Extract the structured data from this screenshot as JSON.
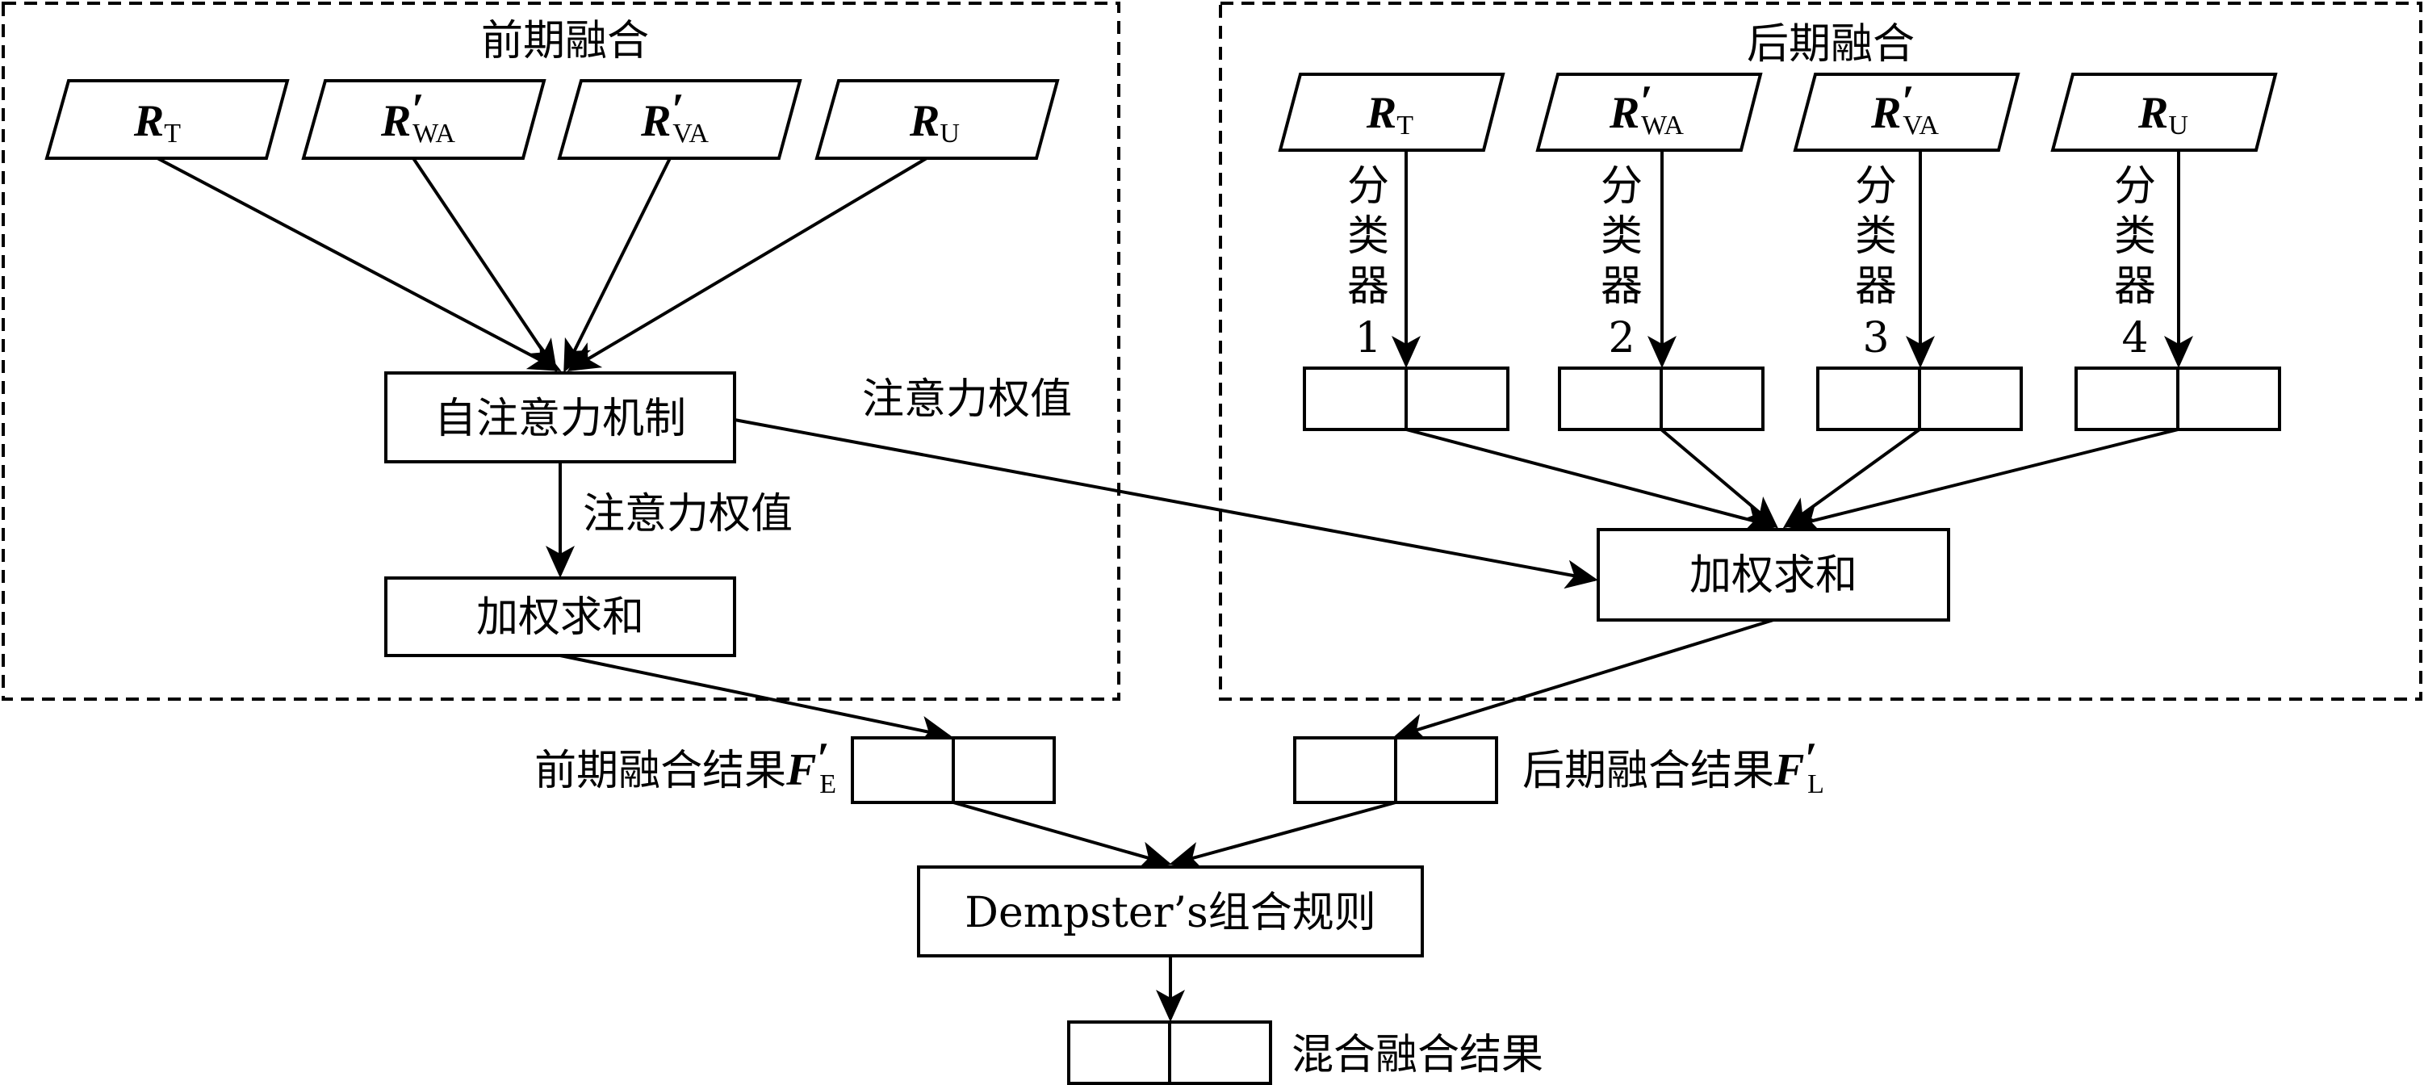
{
  "early": {
    "title": "前期融合",
    "inputs": [
      {
        "main": "R",
        "sub": "T",
        "prime": ""
      },
      {
        "main": "R",
        "sub": "WA",
        "prime": "′"
      },
      {
        "main": "R",
        "sub": "VA",
        "prime": "′"
      },
      {
        "main": "R",
        "sub": "U",
        "prime": ""
      }
    ],
    "attention_box": "自注意力机制",
    "weights_label": "注意力权值",
    "sum_box": "加权求和"
  },
  "late": {
    "title": "后期融合",
    "inputs": [
      {
        "main": "R",
        "sub": "T",
        "prime": ""
      },
      {
        "main": "R",
        "sub": "WA",
        "prime": "′"
      },
      {
        "main": "R",
        "sub": "VA",
        "prime": "′"
      },
      {
        "main": "R",
        "sub": "U",
        "prime": ""
      }
    ],
    "classifier_chars": [
      "分",
      "类",
      "器"
    ],
    "classifier_numbers": [
      "1",
      "2",
      "3",
      "4"
    ],
    "sum_box": "加权求和"
  },
  "cross_weights_label": "注意力权值",
  "early_result": {
    "label": "前期融合结果",
    "symbol": "F",
    "prime": "′",
    "sub": "E"
  },
  "late_result": {
    "label": "后期融合结果",
    "symbol": "F",
    "prime": "′",
    "sub": "L"
  },
  "combine_box": "Dempster’s组合规则",
  "final_result": "混合融合结果"
}
